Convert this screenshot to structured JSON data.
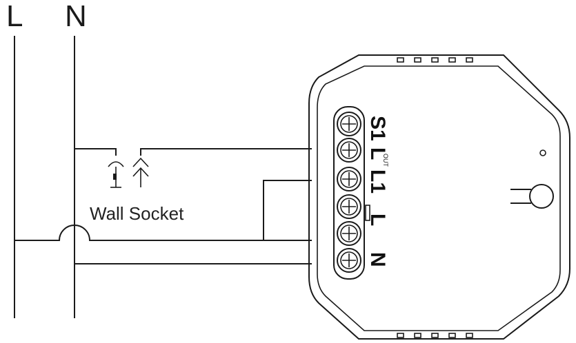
{
  "wires": {
    "live_label": "L",
    "neutral_label": "N"
  },
  "wall_socket": {
    "label": "Wall Socket"
  },
  "module": {
    "terminals": [
      {
        "id": "s1",
        "label": "S1",
        "sub": ""
      },
      {
        "id": "lout",
        "label": "L",
        "sub": "OUT"
      },
      {
        "id": "l1",
        "label": "L1",
        "sub": ""
      },
      {
        "id": "l",
        "label": "L",
        "sub": ""
      },
      {
        "id": "n",
        "label": "N",
        "sub": ""
      }
    ]
  }
}
